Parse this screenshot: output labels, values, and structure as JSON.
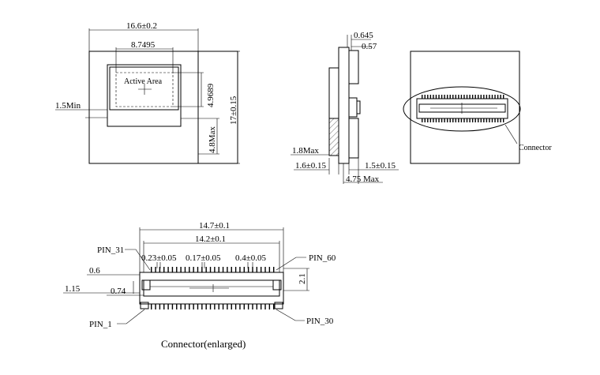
{
  "front_view": {
    "width_dim": "16.6±0.2",
    "active_width_dim": "8.7495",
    "active_area_label": "Active Area",
    "active_height_dim": "4.9689",
    "min_dim": "1.5Min",
    "max_dim": "4.8Max",
    "height_dim": "17±0.15"
  },
  "side_view": {
    "top_dim_1": "0.645",
    "top_dim_2": "0.57",
    "max_dim": "1.8Max",
    "left_dim": "1.6±0.15",
    "right_dim": "1.5±0.15",
    "bottom_dim": "4.75 Max"
  },
  "back_view": {
    "connector_label": "Connector"
  },
  "connector_view": {
    "total_width_dim": "14.7±0.1",
    "inner_width_dim": "14.2±0.1",
    "pin_31_label": "PIN_31",
    "pin_60_label": "PIN_60",
    "pin_1_label": "PIN_1",
    "pin_30_label": "PIN_30",
    "dim_1": "0.23±0.05",
    "dim_2": "0.17±0.05",
    "dim_3": "0.4±0.05",
    "dim_left_1": "0.6",
    "dim_left_2": "1.15",
    "dim_left_3": "0.74",
    "height_dim": "2.1",
    "caption": "Connector(enlarged)"
  }
}
